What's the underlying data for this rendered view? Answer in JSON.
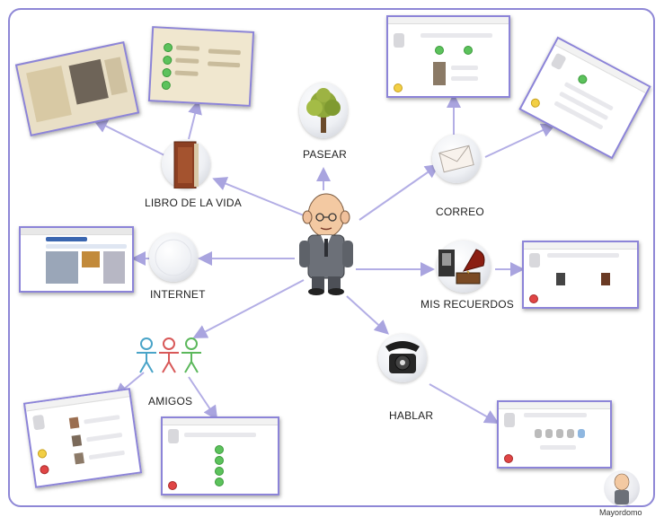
{
  "nodes": {
    "pasear": "PASEAR",
    "libro": "LIBRO DE LA VIDA",
    "correo": "CORREO",
    "internet": "INTERNET",
    "recuerdos": "MIS RECUERDOS",
    "amigos": "AMIGOS",
    "hablar": "HABLAR"
  },
  "footer": "Mayordomo",
  "colors": {
    "frame": "#8e87d6",
    "arrow": "#a9a4df"
  },
  "icons": {
    "center": "elderly-man-icon",
    "pasear": "tree-icon",
    "libro": "book-icon",
    "correo": "envelope-icon",
    "internet": "globe-icon",
    "recuerdos": "gramophone-icon",
    "amigos": "people-icon",
    "hablar": "telephone-icon"
  }
}
